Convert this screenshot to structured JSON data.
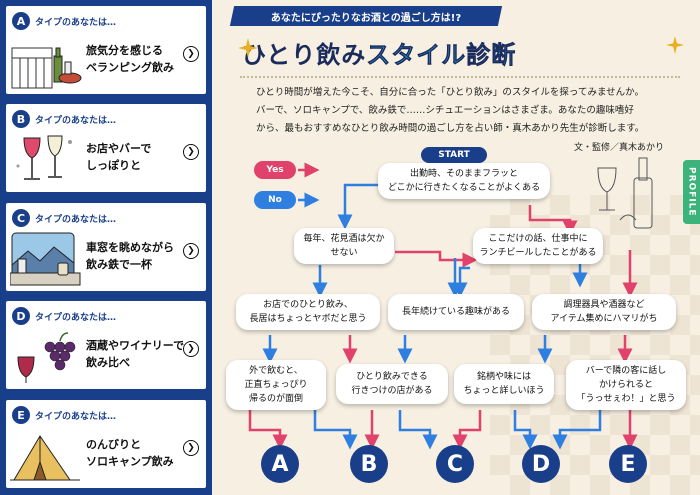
{
  "header": {
    "subtitle": "あなたにぴったりなお酒との過ごし方は!?",
    "title_part1": "ひとり飲み",
    "title_part2": "スタイル診断",
    "intro_lines": [
      "ひとり時間が増えた今こそ、自分に合った「ひとり飲み」のスタイルを探ってみませんか。",
      "バーで、ソロキャンプで、飲み鉄で……シチュエーションはさまざま。あなたの趣味嗜好",
      "から、最もおすすめなひとり飲み時間の過ごし方を占い師・真木あかり先生が診断します。"
    ],
    "credit": "文・監修／真木あかり"
  },
  "profile_tab": "PROFILE",
  "sidebar": {
    "cards": [
      {
        "letter": "A",
        "tag": "タイプのあなたは…",
        "title": "旅気分を感じる\nベランピング飲み",
        "icon": "balcony-icon"
      },
      {
        "letter": "B",
        "tag": "タイプのあなたは…",
        "title": "お店やバーで\nしっぽりと",
        "icon": "wine-glass-icon"
      },
      {
        "letter": "C",
        "tag": "タイプのあなたは…",
        "title": "車窓を眺めながら\n飲み鉄で一杯",
        "icon": "train-window-icon"
      },
      {
        "letter": "D",
        "tag": "タイプのあなたは…",
        "title": "酒蔵やワイナリーで\n飲み比べ",
        "icon": "grapes-icon"
      },
      {
        "letter": "E",
        "tag": "タイプのあなたは…",
        "title": "のんびりと\nソロキャンプ飲み",
        "icon": "tent-icon"
      }
    ],
    "arrow": "❯"
  },
  "flow": {
    "yes_label": "Yes",
    "no_label": "No",
    "start_label": "START",
    "q1": "出勤時、そのままフラッと\nどこかに行きたくなることがよくある",
    "q2a": "毎年、花見酒は欠かせない",
    "q2b": "ここだけの話、仕事中に\nランチビールしたことがある",
    "q3a": "お店でのひとり飲み、\n長居はちょっとヤボだと思う",
    "q3b": "長年続けている趣味がある",
    "q3c": "調理器具や酒器など\nアイテム集めにハマリがち",
    "q4a": "外で飲むと、\n正直ちょっぴり\n帰るのが面倒",
    "q4b": "ひとり飲みできる\n行きつけの店がある",
    "q4c": "銘柄や味には\nちょっと詳しいほう",
    "q4d": "バーで隣の客に話し\nかけられると\n「うっせぇわ！」と思う",
    "results": [
      "A",
      "B",
      "C",
      "D",
      "E"
    ]
  },
  "colors": {
    "navy": "#1a3f8a",
    "yes": "#e0426b",
    "no": "#2f7fe0",
    "accent_title": "#2b9bd7",
    "profile": "#3cb37a"
  }
}
